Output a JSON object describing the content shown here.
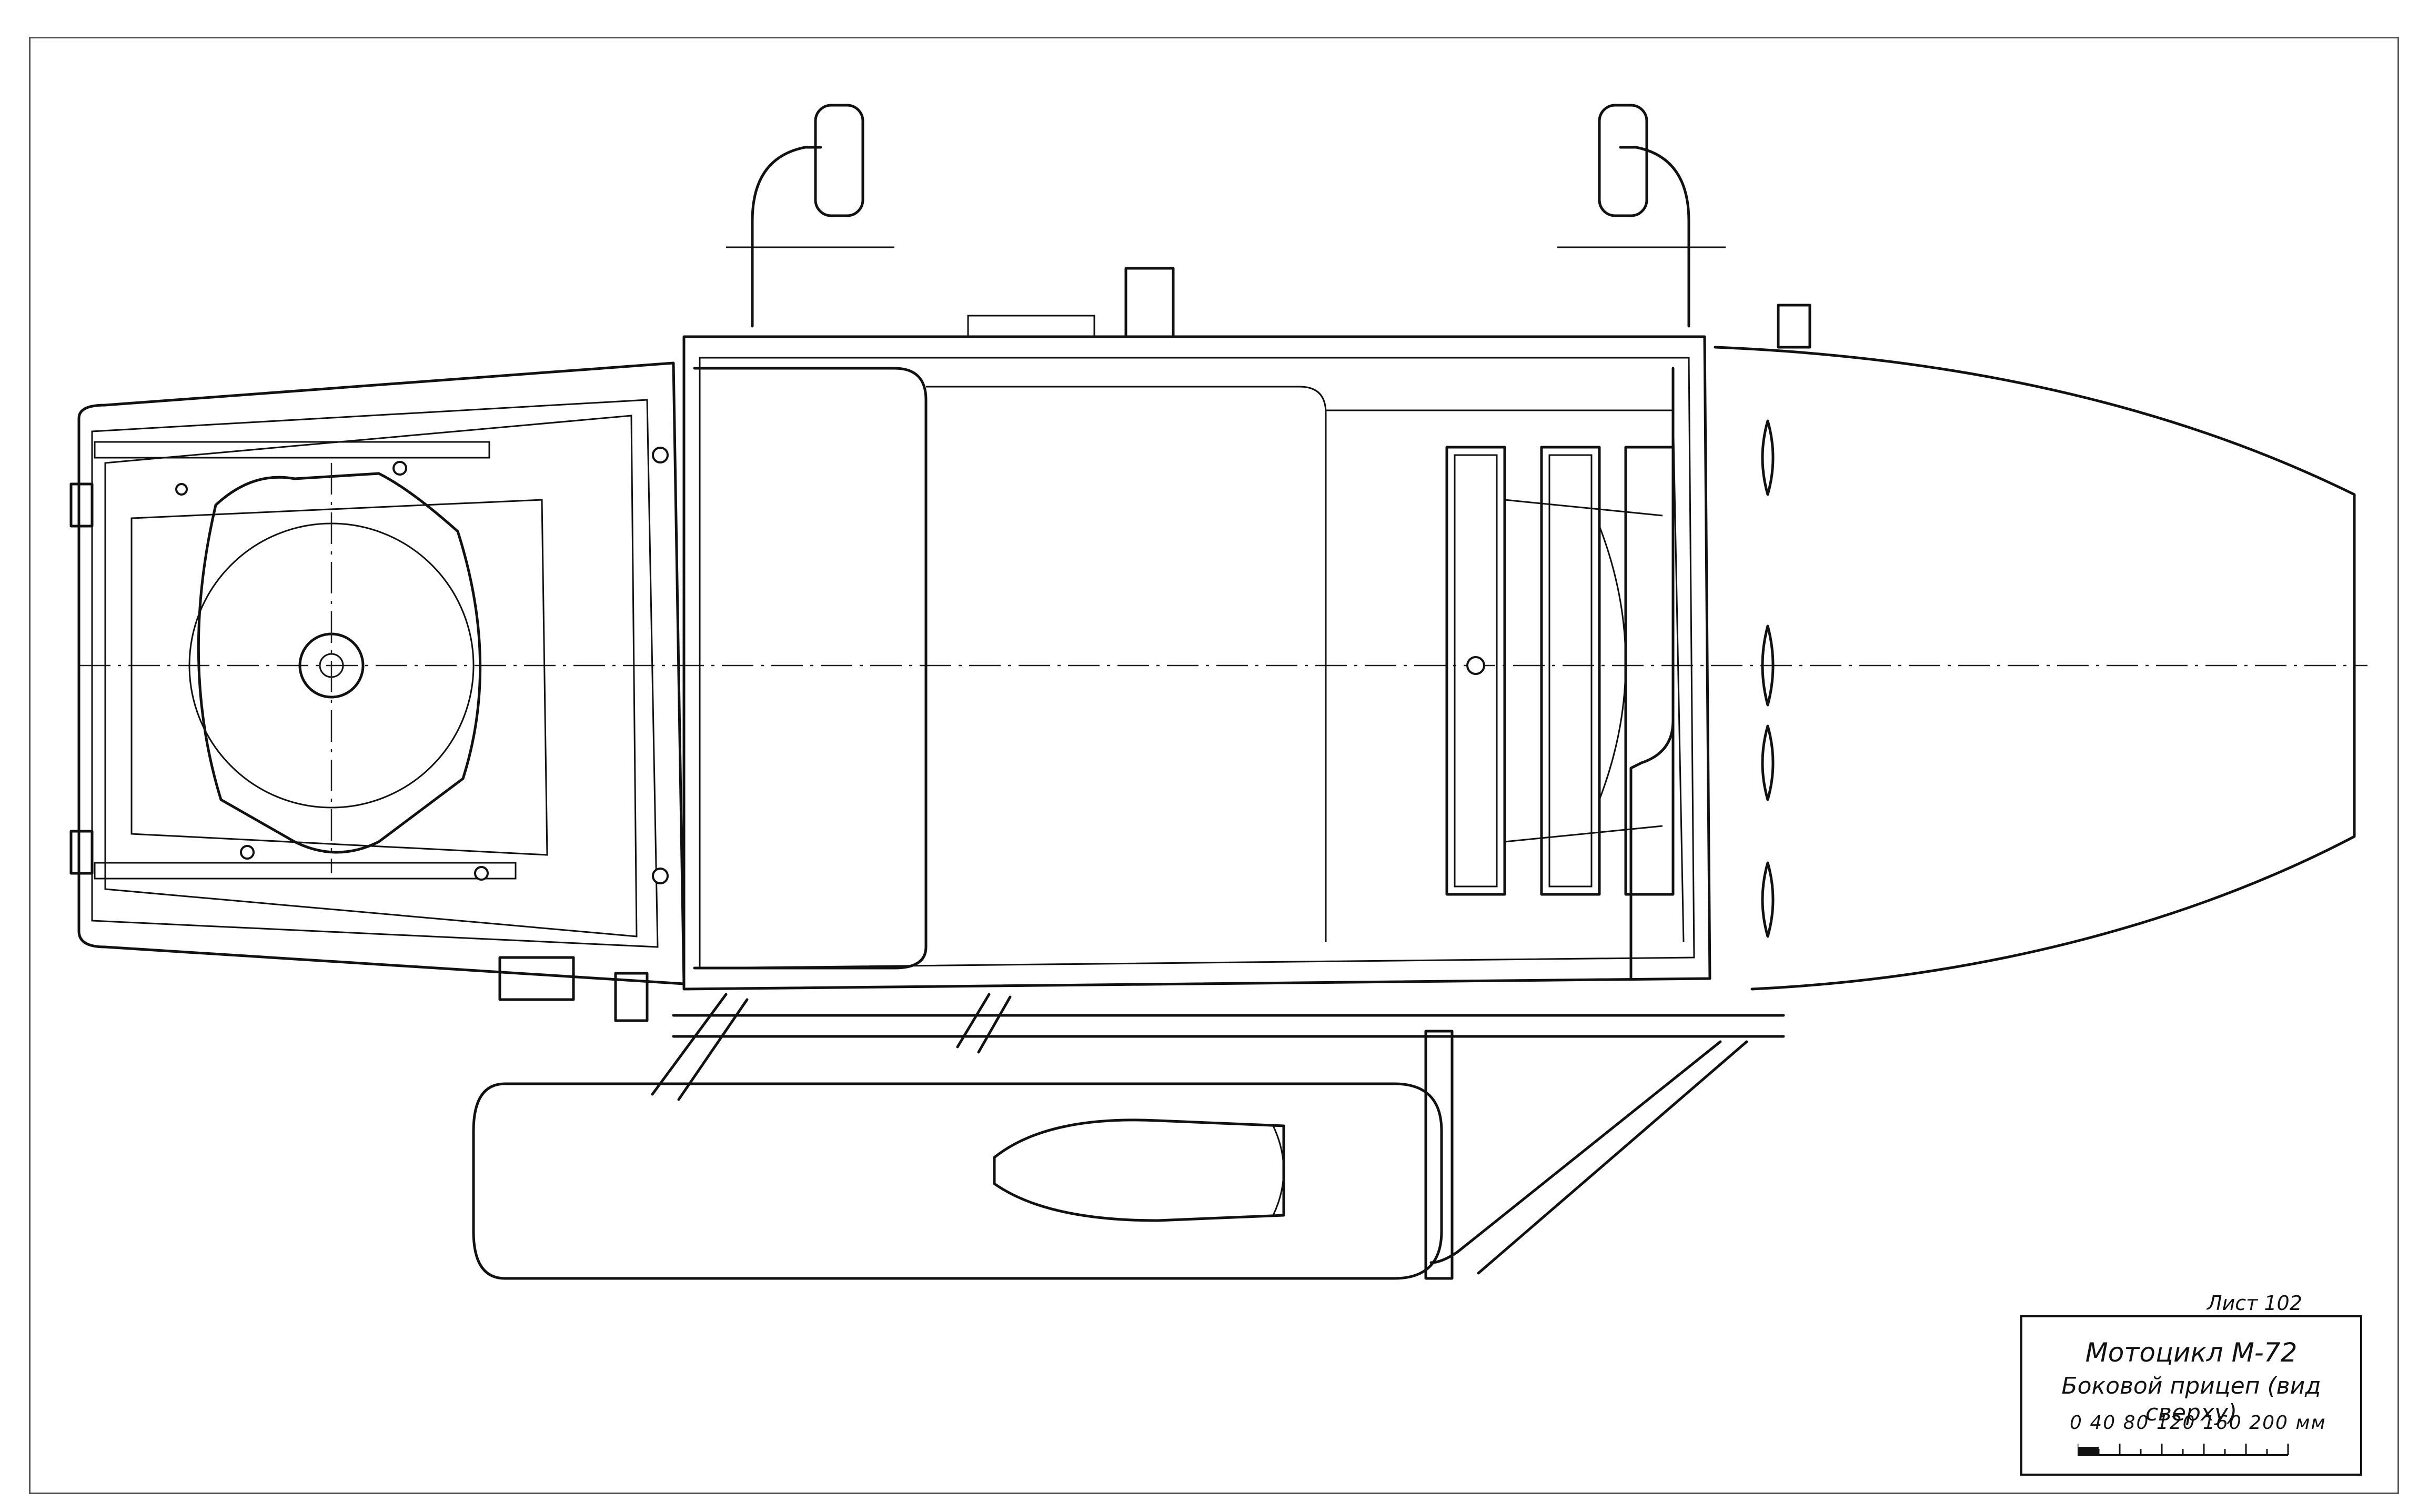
{
  "sheet": {
    "label": "Лист 102"
  },
  "title_block": {
    "model": "Мотоцикл М-72",
    "subtitle": "Боковой прицеп (вид сверху)",
    "scale_label": "0  40  80  120  160  200 мм"
  },
  "colors": {
    "ink": "#111111",
    "paper": "#ffffff"
  }
}
